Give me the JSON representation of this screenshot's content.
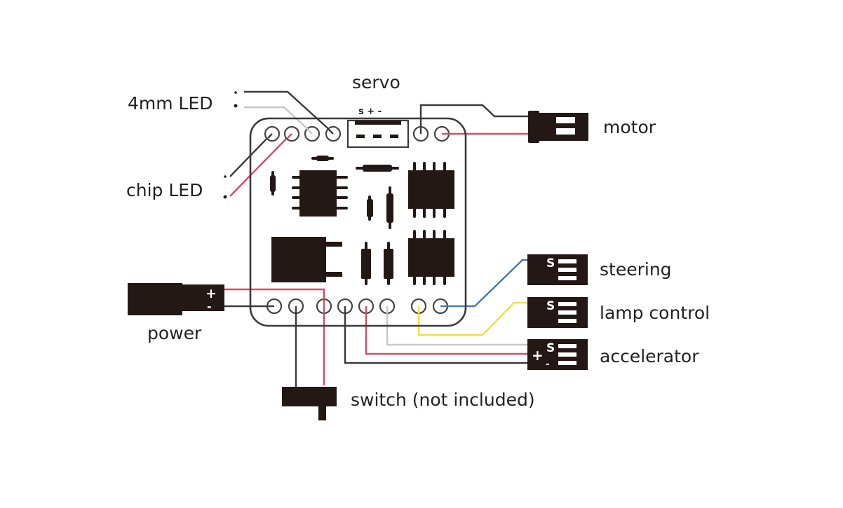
{
  "diagram": {
    "title": "",
    "colors": {
      "black_wire": "#3a3a3a",
      "red_wire": "#d94a62",
      "white_wire": "#c8c8c8",
      "blue_wire": "#4a78a8",
      "yellow_wire": "#f0e040",
      "component": "#231815",
      "board_outline": "#3a3a3a"
    },
    "labels": {
      "led_4mm": "4mm LED",
      "chip_led": "chip LED",
      "servo": "servo",
      "servo_pins": "s + -",
      "motor": "motor",
      "steering": "steering",
      "lamp_control": "lamp control",
      "accelerator": "accelerator",
      "power": "power",
      "switch": "switch (not included)"
    },
    "connector_marks": {
      "signal": "S",
      "plus": "+",
      "minus": "-"
    }
  }
}
